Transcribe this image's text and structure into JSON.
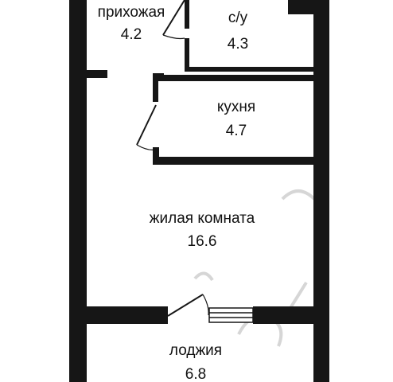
{
  "plan": {
    "rooms": {
      "hallway": {
        "name": "прихожая",
        "area": "4.2"
      },
      "bathroom": {
        "name": "с/у",
        "area": "4.3"
      },
      "kitchen": {
        "name": "кухня",
        "area": "4.7"
      },
      "living_room": {
        "name": "жилая комната",
        "area": "16.6"
      },
      "loggia": {
        "name": "лоджия",
        "area": "6.8"
      }
    },
    "wall_color": "#161616",
    "background_color": "#ffffff",
    "watermark_color": "#d9d9d9"
  }
}
